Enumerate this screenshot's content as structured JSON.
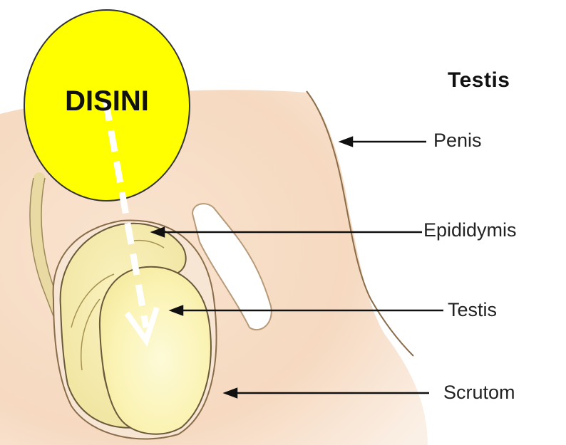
{
  "title": "Testis",
  "labels": {
    "penis": "Penis",
    "epididymis": "Epididymis",
    "testis": "Testis",
    "scrotum": "Scrutom"
  },
  "callout": {
    "text": "DISINI",
    "fill_color": "#ffff00",
    "arrow_color": "#ffffff"
  },
  "colors": {
    "skin": "#f7dcc4",
    "testis": "#fbf4b6",
    "epididymis": "#f6ecae",
    "outline": "#6b5a3a"
  }
}
